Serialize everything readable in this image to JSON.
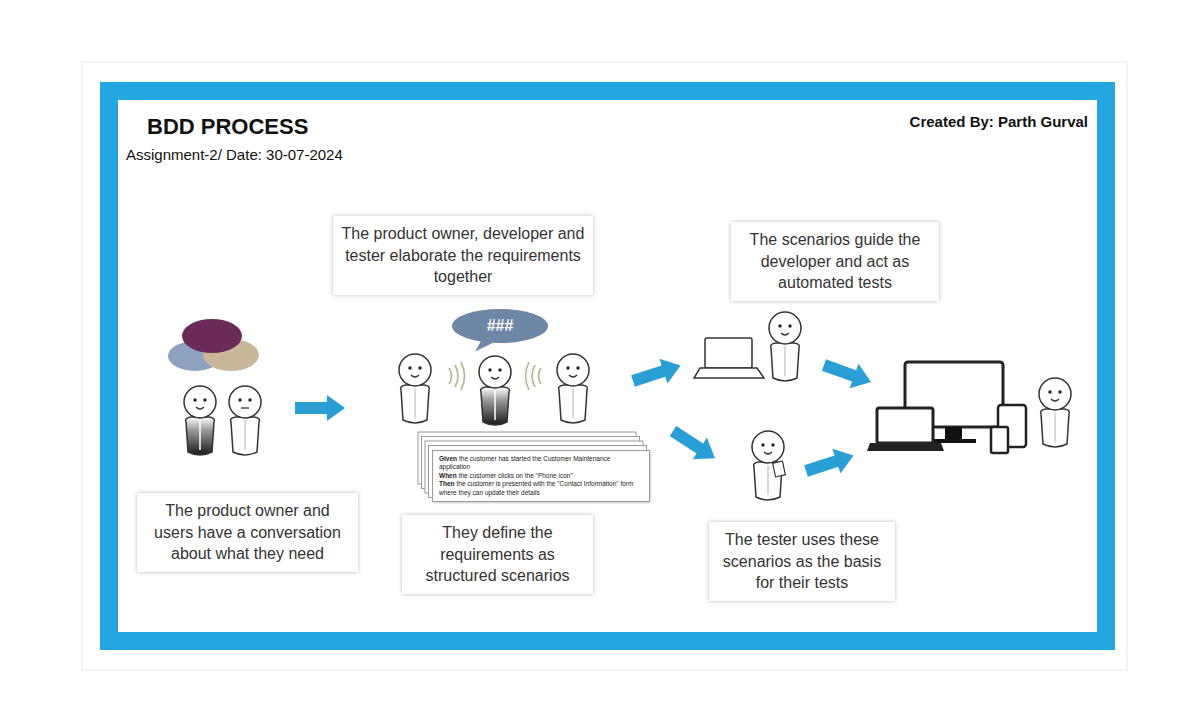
{
  "diagram": {
    "title": "BDD PROCESS",
    "nodes": [
      {
        "text": [
          "The product owner and users have a conversation about what they need"
        ]
      },
      {
        "text": [
          "###"
        ]
      },
      {
        "text": [
          "The product owner, developer and tester elaborate the requirements together"
        ]
      },
      {
        "text": [
          "Given",
          "the customer has started the Customer Maintenance application",
          "When",
          "the customer clicks on the \"Phone icon\"",
          "Then",
          "the customer is presented with the \"Contact Information\" form where they can update their details"
        ]
      },
      {
        "text": [
          "They define the requirements as structured scenarios"
        ]
      },
      {
        "text": [
          "The scenarios guide the developer and act as automated tests"
        ]
      },
      {
        "text": [
          "The tester uses these scenarios as the basis for their tests"
        ]
      }
    ],
    "labels": [
      "Assignment-2/ Date: 30-07-2024",
      "Created By: Parth Gurval"
    ]
  }
}
